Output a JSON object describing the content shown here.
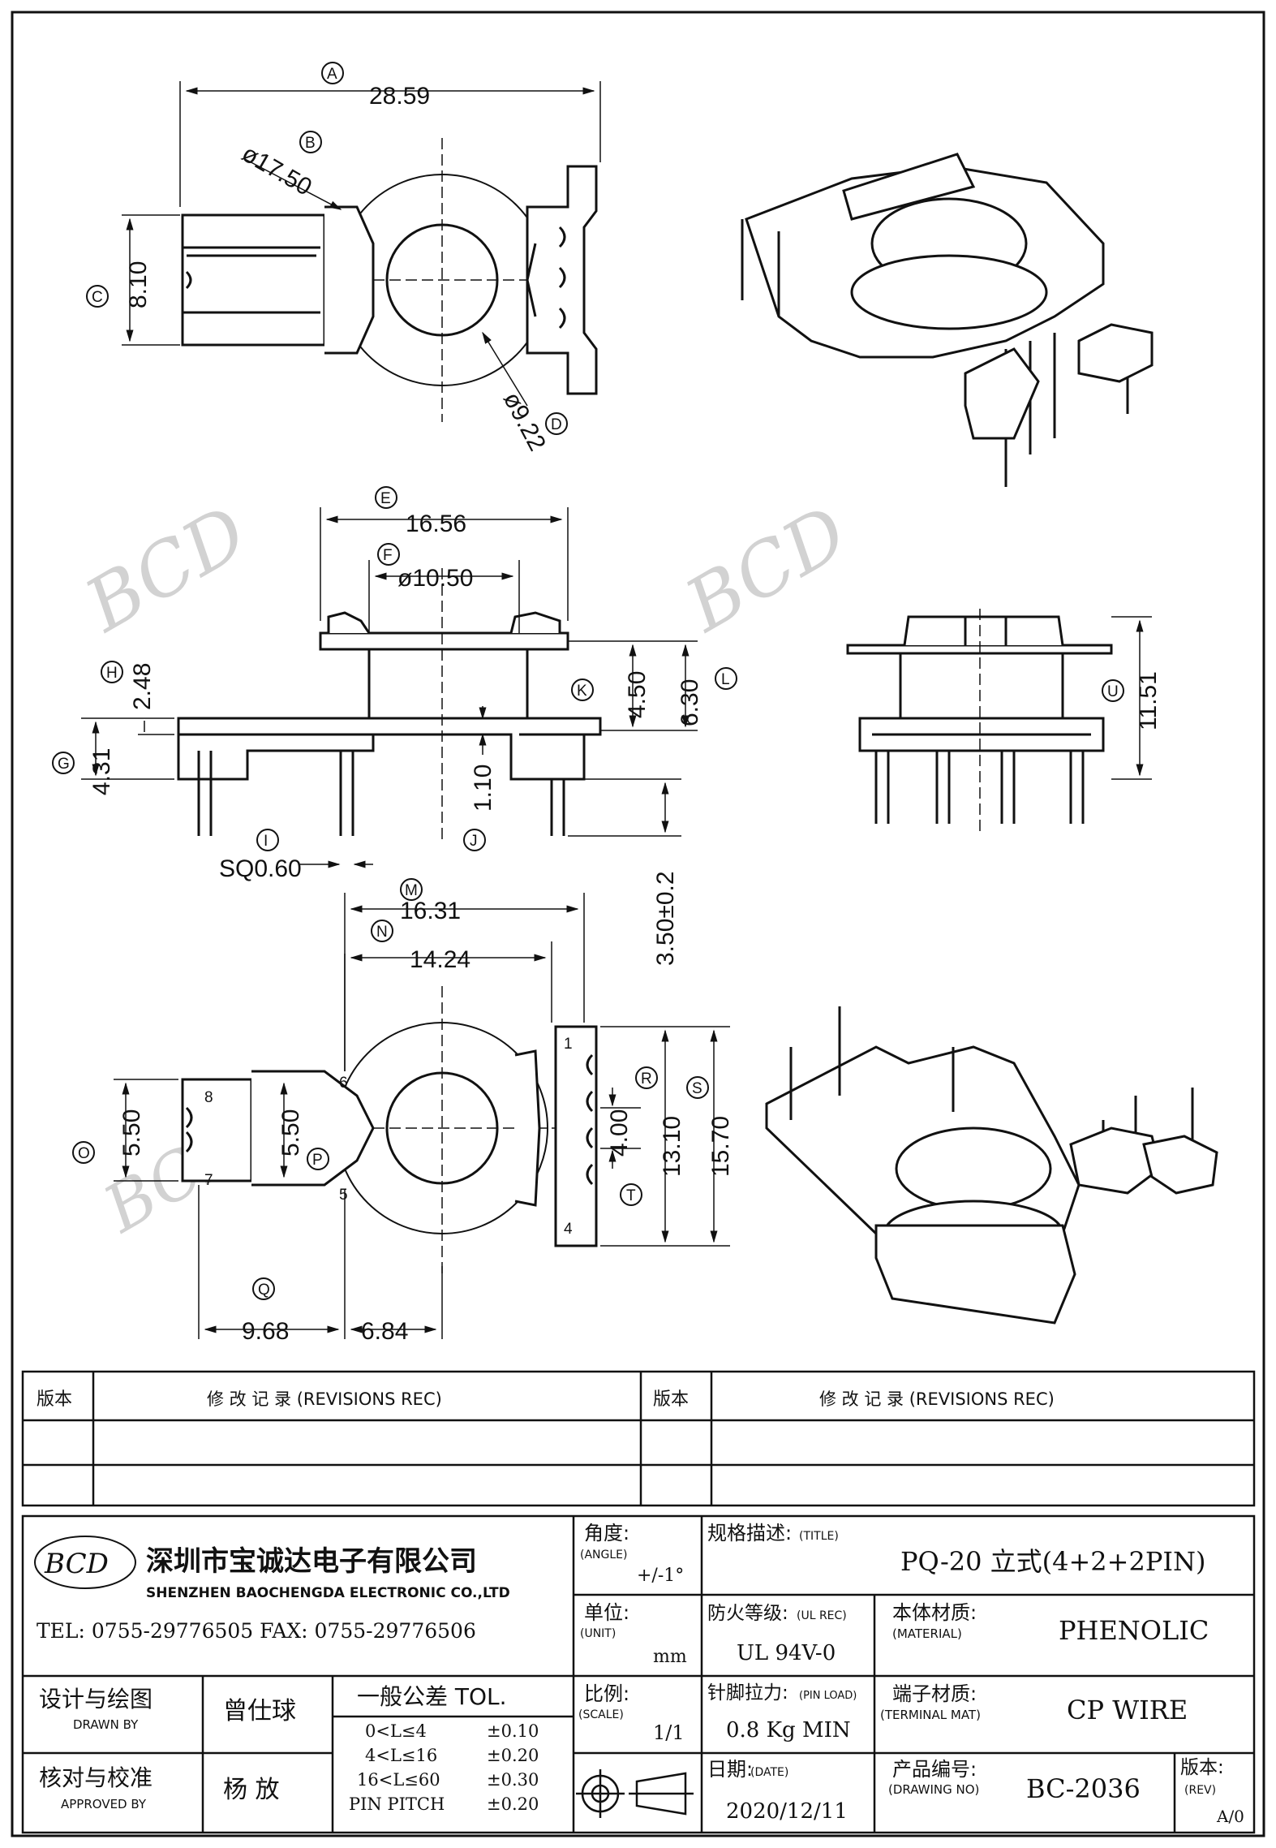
{
  "drawing": {
    "top_view": {
      "dims": {
        "A": "28.59",
        "B": "ø17.50",
        "C": "8.10",
        "D": "ø9.22"
      },
      "letters": [
        "A",
        "B",
        "C",
        "D"
      ]
    },
    "side_view": {
      "dims": {
        "E": "16.56",
        "F": "ø10.50",
        "H": "2.48",
        "G": "4.31",
        "K": "4.50",
        "L": "6.30",
        "I": "SQ0.60",
        "J": "1.10",
        "len": "3.50±0.2"
      },
      "letters": [
        "E",
        "F",
        "G",
        "H",
        "I",
        "J",
        "K",
        "L"
      ]
    },
    "right_view": {
      "dims": {
        "U": "11.51"
      },
      "letters": [
        "U"
      ]
    },
    "bottom_view": {
      "dims": {
        "M": "16.31",
        "N": "14.24",
        "O": "5.50",
        "P": "5.50",
        "R": "13.10",
        "S": "15.70",
        "T": "4.00",
        "Q1": "9.68",
        "Q2": "6.84"
      },
      "letters": [
        "M",
        "N",
        "O",
        "P",
        "Q",
        "R",
        "S",
        "T"
      ],
      "pins": [
        "1",
        "4",
        "5",
        "6",
        "7",
        "8"
      ]
    },
    "watermark": "BCD"
  },
  "revisions": {
    "left_header": "版本",
    "left_title": "修 改 记 录 (REVISIONS REC)",
    "right_header": "版本",
    "right_title": "修 改 记 录 (REVISIONS REC)"
  },
  "company": {
    "logo": "BCD",
    "name_cn": "深圳市宝诚达电子有限公司",
    "name_en": "SHENZHEN BAOCHENGDA ELECTRONIC CO.,LTD",
    "phone": "TEL: 0755-29776505  FAX: 0755-29776506"
  },
  "title_block": {
    "angle_label": "角度:",
    "angle_sub": "(ANGLE)",
    "angle_value": "+/-1°",
    "spec_label": "规格描述:",
    "spec_sub": "(TITLE)",
    "spec_value": "PQ-20 立式(4+2+2PIN)",
    "unit_label": "单位:",
    "unit_sub": "(UNIT)",
    "unit_value": "mm",
    "ul_label": "防火等级:",
    "ul_sub": "(UL REC)",
    "ul_value": "UL 94V-0",
    "material_label": "本体材质:",
    "material_sub": "(MATERIAL)",
    "material_value": "PHENOLIC",
    "drawn_label": "设计与绘图",
    "drawn_sub": "DRAWN BY",
    "drawn_value": "曾仕球",
    "tol_title": "一般公差 TOL.",
    "tol_rows": [
      {
        "range": "0<L≤4",
        "value": "±0.10"
      },
      {
        "range": "4<L≤16",
        "value": "±0.20"
      },
      {
        "range": "16<L≤60",
        "value": "±0.30"
      },
      {
        "range": "PIN PITCH",
        "value": "±0.20"
      }
    ],
    "scale_label": "比例:",
    "scale_sub": "(SCALE)",
    "scale_value": "1/1",
    "pinload_label": "针脚拉力:",
    "pinload_sub": "(PIN LOAD)",
    "pinload_value": "0.8 Kg MIN",
    "terminal_label": "端子材质:",
    "terminal_sub": "(TERMINAL MAT)",
    "terminal_value": "CP WIRE",
    "approved_label": "核对与校准",
    "approved_sub": "APPROVED BY",
    "approved_value": "杨 放",
    "date_label": "日期:",
    "date_sub": "(DATE)",
    "date_value": "2020/12/11",
    "drawing_no_label": "产品编号:",
    "drawing_no_sub": "(DRAWING NO)",
    "drawing_no_value": "BC-2036",
    "rev_label": "版本:",
    "rev_sub": "(REV)",
    "rev_value": "A/0"
  }
}
